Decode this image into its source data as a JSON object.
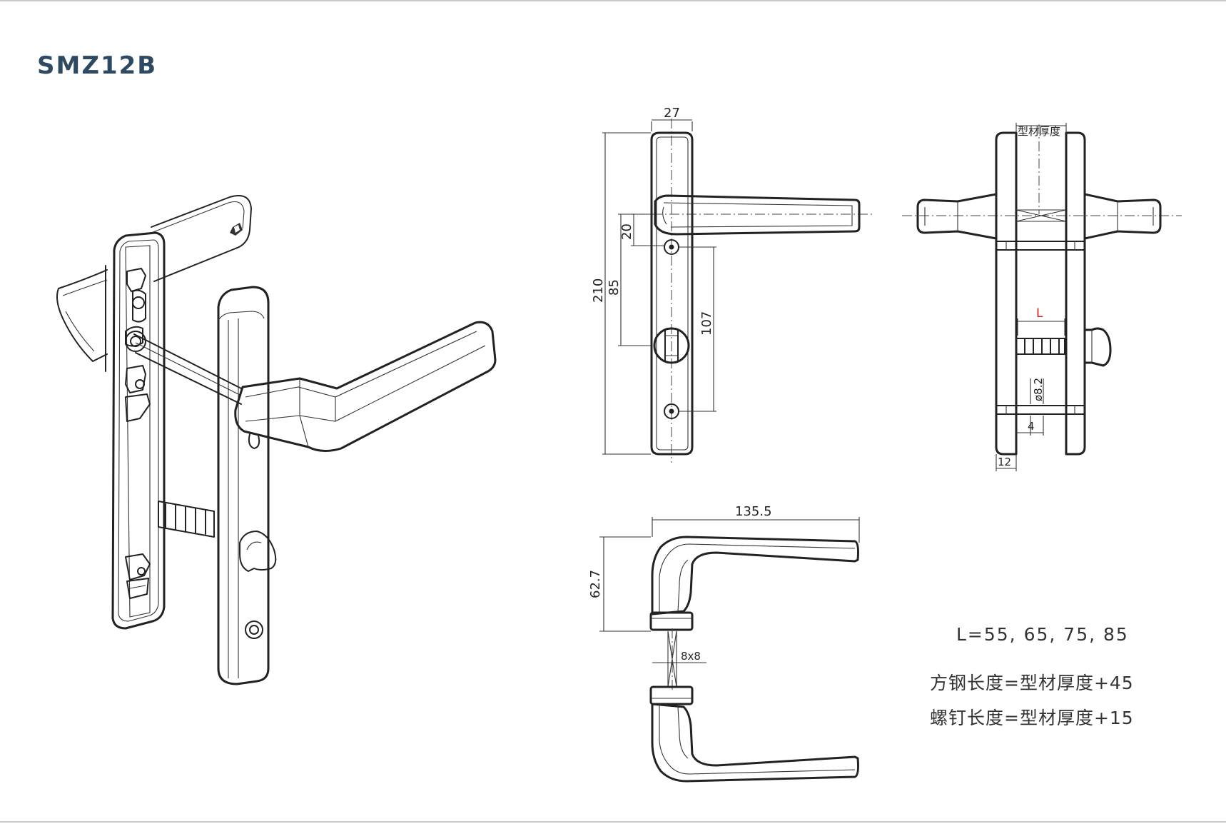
{
  "title": "SMZ12B",
  "dimensions": {
    "plate_width": "27",
    "total_height": "210",
    "spindle_to_hole": "85",
    "spindle_offset": "20",
    "hole_spacing": "107",
    "handle_length": "135.5",
    "handle_height": "62.7",
    "spindle_square": "8x8",
    "profile_thickness": "型材厚度",
    "variable_length": "L",
    "screw_diameter": "ø8.2",
    "screw_offset": "4",
    "plate_thickness": "12"
  },
  "notes": {
    "l_values": "L=55, 65, 75, 85",
    "spindle_formula": "方钢长度=型材厚度+45",
    "screw_formula": "螺钉长度=型材厚度+15"
  },
  "colors": {
    "title": "#2e4a63",
    "line": "#222222",
    "highlight": "#d02020"
  }
}
